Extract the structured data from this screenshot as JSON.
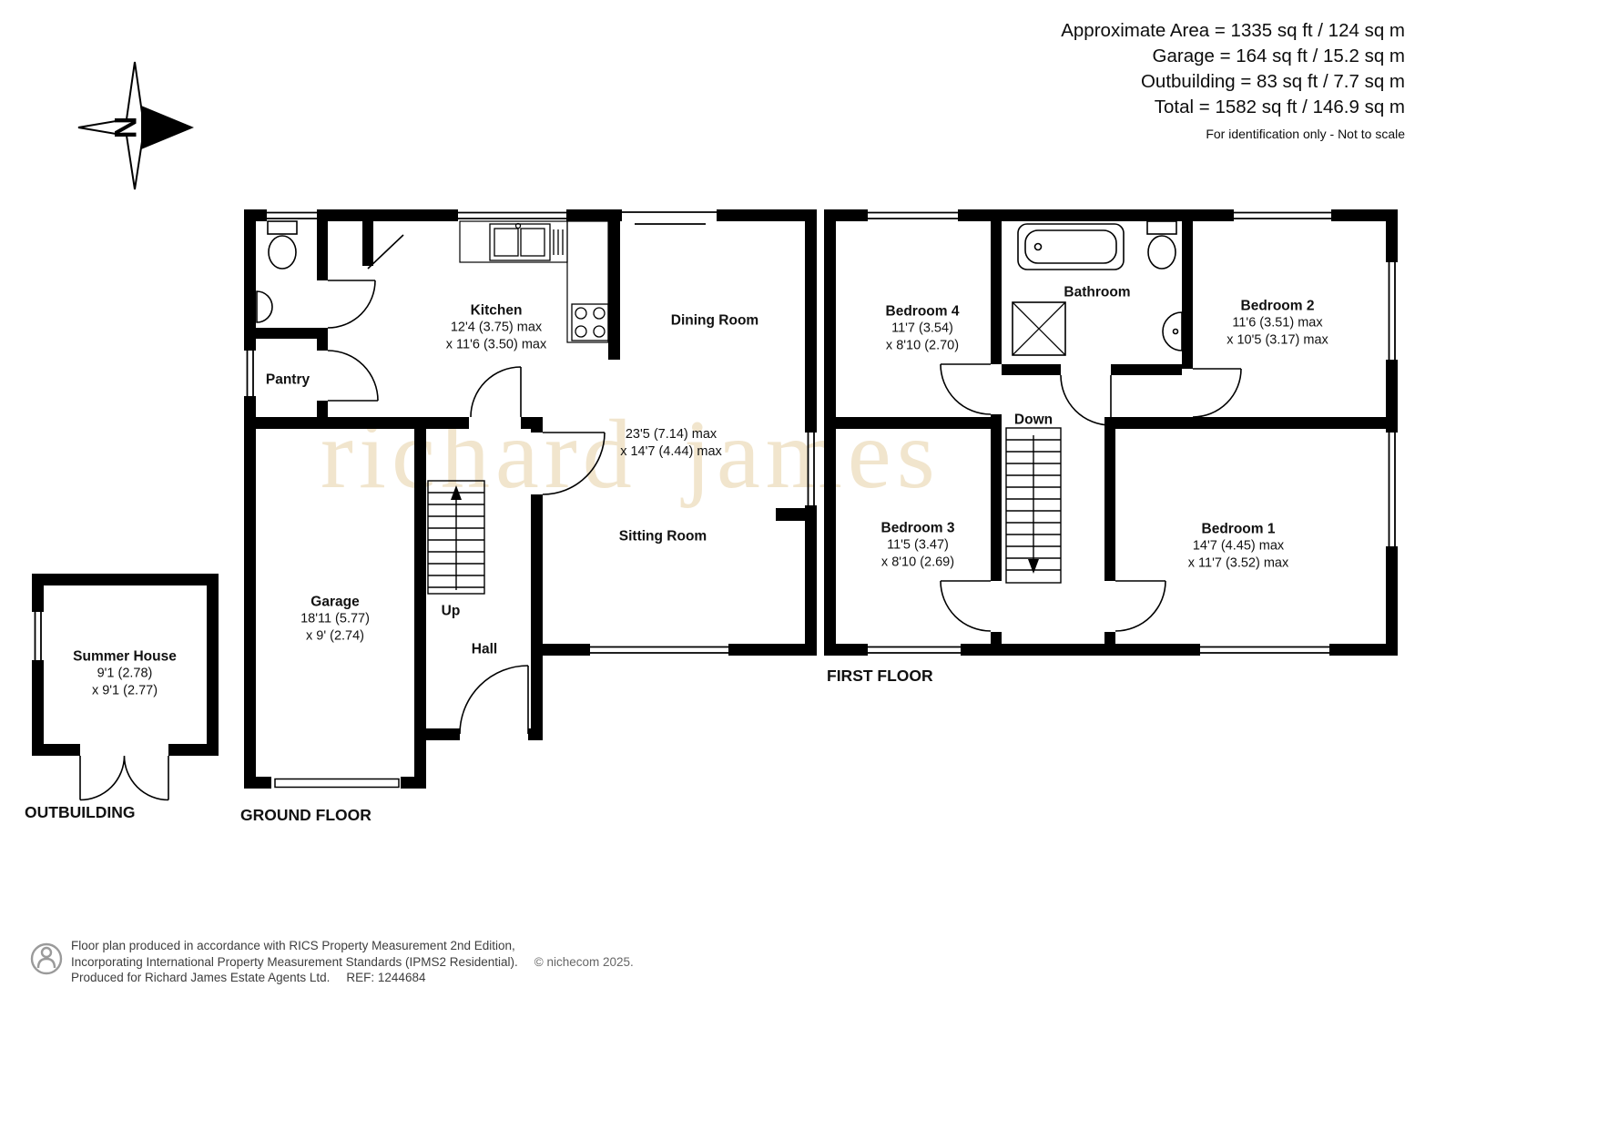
{
  "header": {
    "area_lines": [
      "Approximate Area = 1335 sq ft / 124 sq m",
      "Garage = 164 sq ft / 15.2 sq m",
      "Outbuilding = 83 sq ft / 7.7 sq m",
      "Total = 1582 sq ft / 146.9 sq m"
    ],
    "disclaimer": "For identification only - Not to scale"
  },
  "compass": {
    "north_label": "N"
  },
  "watermark": "richard james",
  "floors": {
    "ground": {
      "label": "GROUND FLOOR",
      "rooms": {
        "kitchen": {
          "name": "Kitchen",
          "dims1": "12'4 (3.75) max",
          "dims2": "x 11'6 (3.50) max"
        },
        "dining_room": {
          "name": "Dining Room"
        },
        "sitting_room": {
          "name": "Sitting Room",
          "dims1": "23'5 (7.14) max",
          "dims2": "x 14'7 (4.44) max"
        },
        "garage": {
          "name": "Garage",
          "dims1": "18'11 (5.77)",
          "dims2": "x 9' (2.74)"
        },
        "pantry": {
          "name": "Pantry"
        },
        "hall": {
          "name": "Hall"
        },
        "stairs": {
          "direction": "Up"
        }
      }
    },
    "first": {
      "label": "FIRST FLOOR",
      "rooms": {
        "bedroom_1": {
          "name": "Bedroom 1",
          "dims1": "14'7 (4.45) max",
          "dims2": "x 11'7 (3.52) max"
        },
        "bedroom_2": {
          "name": "Bedroom 2",
          "dims1": "11'6 (3.51) max",
          "dims2": "x 10'5 (3.17) max"
        },
        "bedroom_3": {
          "name": "Bedroom 3",
          "dims1": "11'5 (3.47)",
          "dims2": "x 8'10 (2.69)"
        },
        "bedroom_4": {
          "name": "Bedroom 4",
          "dims1": "11'7 (3.54)",
          "dims2": "x 8'10 (2.70)"
        },
        "bathroom": {
          "name": "Bathroom"
        },
        "stairs": {
          "direction": "Down"
        }
      }
    },
    "outbuilding": {
      "label": "OUTBUILDING",
      "rooms": {
        "summer_house": {
          "name": "Summer House",
          "dims1": "9'1 (2.78)",
          "dims2": "x 9'1 (2.77)"
        }
      }
    }
  },
  "footer": {
    "line1": "Floor plan produced in accordance with RICS Property Measurement 2nd Edition,",
    "line2": "Incorporating International Property Measurement Standards (IPMS2 Residential).",
    "copyright": "© nichecom 2025.",
    "line3": "Produced for Richard James Estate Agents Ltd.",
    "ref": "REF: 1244684"
  },
  "colors": {
    "wall": "#000000",
    "watermark": "#f1e5cd"
  }
}
